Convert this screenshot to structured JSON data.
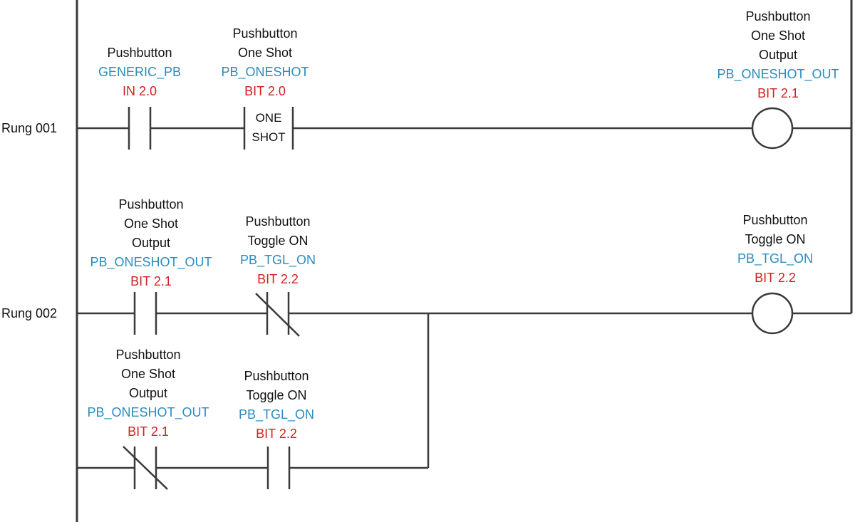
{
  "colors": {
    "wire": "#3a3a3a",
    "description": "#111111",
    "tag": "#2a8bbf",
    "address": "#d42020"
  },
  "rungs": [
    {
      "label": "Rung 001"
    },
    {
      "label": "Rung 002"
    }
  ],
  "elements": {
    "generic_pb": {
      "kind": "contact-no",
      "description": [
        "Pushbutton"
      ],
      "tag": "GENERIC_PB",
      "address": "IN 2.0"
    },
    "pb_oneshot": {
      "kind": "one-shot",
      "description": [
        "Pushbutton",
        "One Shot"
      ],
      "tag": "PB_ONESHOT",
      "address": "BIT 2.0",
      "symbol_text": [
        "ONE",
        "SHOT"
      ]
    },
    "pb_oneshot_out_coil": {
      "kind": "coil",
      "description": [
        "Pushbutton",
        "One Shot",
        "Output"
      ],
      "tag": "PB_ONESHOT_OUT",
      "address": "BIT 2.1"
    },
    "r2_oneshot_out_no": {
      "kind": "contact-no",
      "description": [
        "Pushbutton",
        "One Shot",
        "Output"
      ],
      "tag": "PB_ONESHOT_OUT",
      "address": "BIT 2.1"
    },
    "r2_tgl_on_nc": {
      "kind": "contact-nc",
      "description": [
        "Pushbutton",
        "Toggle ON"
      ],
      "tag": "PB_TGL_ON",
      "address": "BIT 2.2"
    },
    "pb_tgl_on_coil": {
      "kind": "coil",
      "description": [
        "Pushbutton",
        "Toggle ON"
      ],
      "tag": "PB_TGL_ON",
      "address": "BIT 2.2"
    },
    "br_oneshot_out_nc": {
      "kind": "contact-nc",
      "description": [
        "Pushbutton",
        "One Shot",
        "Output"
      ],
      "tag": "PB_ONESHOT_OUT",
      "address": "BIT 2.1"
    },
    "br_tgl_on_no": {
      "kind": "contact-no",
      "description": [
        "Pushbutton",
        "Toggle ON"
      ],
      "tag": "PB_TGL_ON",
      "address": "BIT 2.2"
    }
  }
}
